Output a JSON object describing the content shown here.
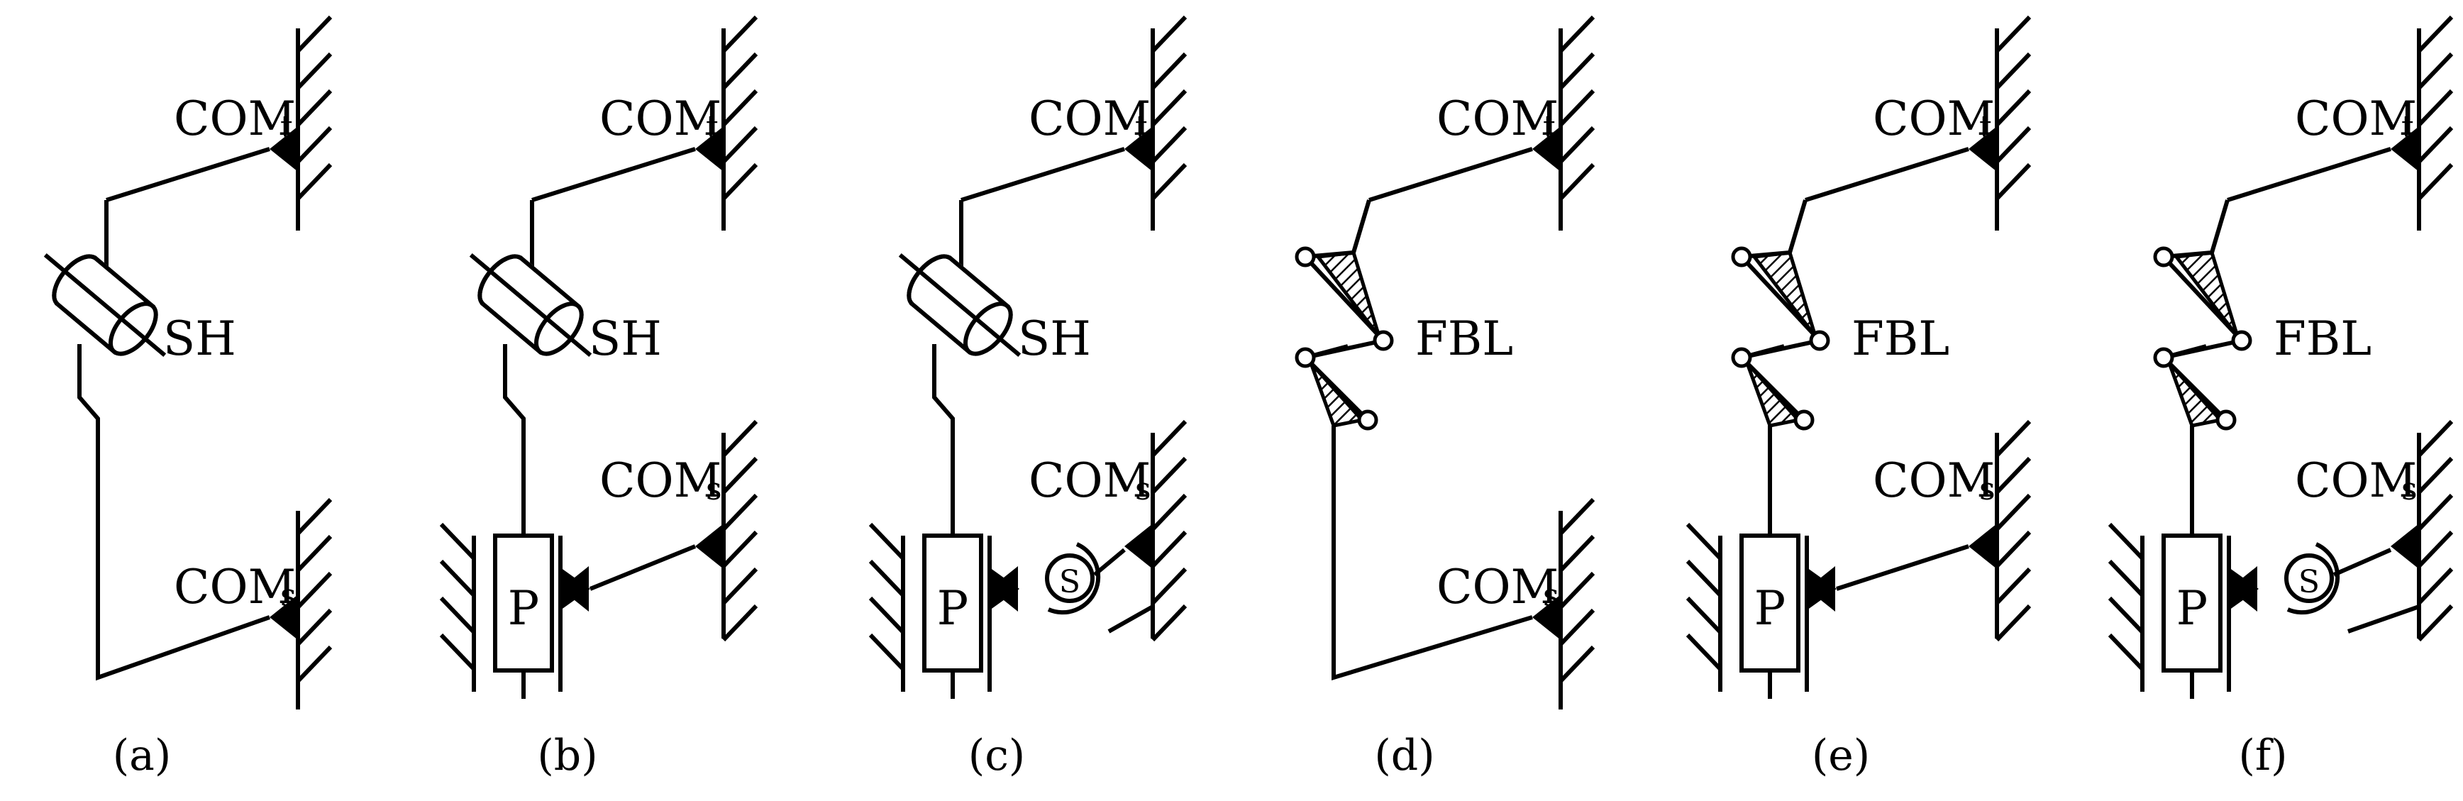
{
  "figure": {
    "panels": [
      {
        "id": "a",
        "caption": "(a)",
        "top_label": "COM",
        "top_sub": "t",
        "bottom_label": "COM",
        "bottom_sub": "s",
        "joint_label": "SH",
        "has_pelvis": false,
        "has_spring": false,
        "joint_type": "cylinder"
      },
      {
        "id": "b",
        "caption": "(b)",
        "top_label": "COM",
        "top_sub": "t",
        "bottom_label": "COM",
        "bottom_sub": "s",
        "joint_label": "SH",
        "pelvis_label": "P",
        "has_pelvis": true,
        "has_spring": false,
        "joint_type": "cylinder"
      },
      {
        "id": "c",
        "caption": "(c)",
        "top_label": "COM",
        "top_sub": "t",
        "bottom_label": "COM",
        "bottom_sub": "s",
        "joint_label": "SH",
        "pelvis_label": "P",
        "spring_label": "S",
        "has_pelvis": true,
        "has_spring": true,
        "joint_type": "cylinder"
      },
      {
        "id": "d",
        "caption": "(d)",
        "top_label": "COM",
        "top_sub": "t",
        "bottom_label": "COM",
        "bottom_sub": "s",
        "joint_label": "FBL",
        "has_pelvis": false,
        "has_spring": false,
        "joint_type": "linkage"
      },
      {
        "id": "e",
        "caption": "(e)",
        "top_label": "COM",
        "top_sub": "t",
        "bottom_label": "COM",
        "bottom_sub": "s",
        "joint_label": "FBL",
        "pelvis_label": "P",
        "has_pelvis": true,
        "has_spring": false,
        "joint_type": "linkage"
      },
      {
        "id": "f",
        "caption": "(f)",
        "top_label": "COM",
        "top_sub": "t",
        "bottom_label": "COM",
        "bottom_sub": "s",
        "joint_label": "FBL",
        "pelvis_label": "P",
        "spring_label": "S",
        "has_pelvis": true,
        "has_spring": true,
        "joint_type": "linkage"
      }
    ]
  }
}
